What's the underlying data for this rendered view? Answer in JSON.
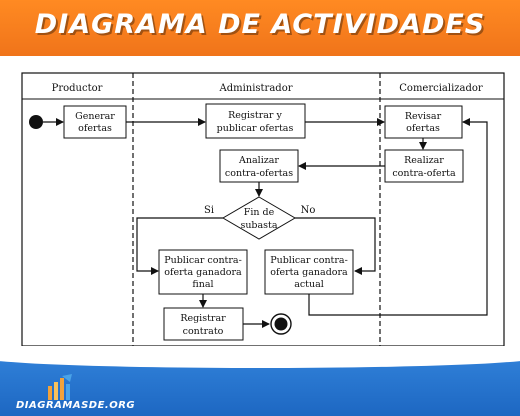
{
  "header": {
    "title": "DIAGRAMA DE ACTIVIDADES"
  },
  "lanes": [
    {
      "title": "Productor"
    },
    {
      "title": "Administrador"
    },
    {
      "title": "Comercializador"
    }
  ],
  "nodes": {
    "generar": [
      "Generar",
      "ofertas"
    ],
    "registrar": [
      "Registrar y",
      "publicar ofertas"
    ],
    "revisar": [
      "Revisar",
      "ofertas"
    ],
    "realizar": [
      "Realizar",
      "contra-oferta"
    ],
    "analizar": [
      "Analizar",
      "contra-ofertas"
    ],
    "decision": [
      "Fin de",
      "subasta"
    ],
    "publicar_final": [
      "Publicar contra-",
      "oferta ganadora",
      "final"
    ],
    "publicar_actual": [
      "Publicar contra-",
      "oferta ganadora",
      "actual"
    ],
    "registrar_contrato": [
      "Registrar",
      "contrato"
    ]
  },
  "guards": {
    "yes": "Si",
    "no": "No"
  },
  "footer": {
    "brand": "DIAGRAMASDE.ORG"
  }
}
